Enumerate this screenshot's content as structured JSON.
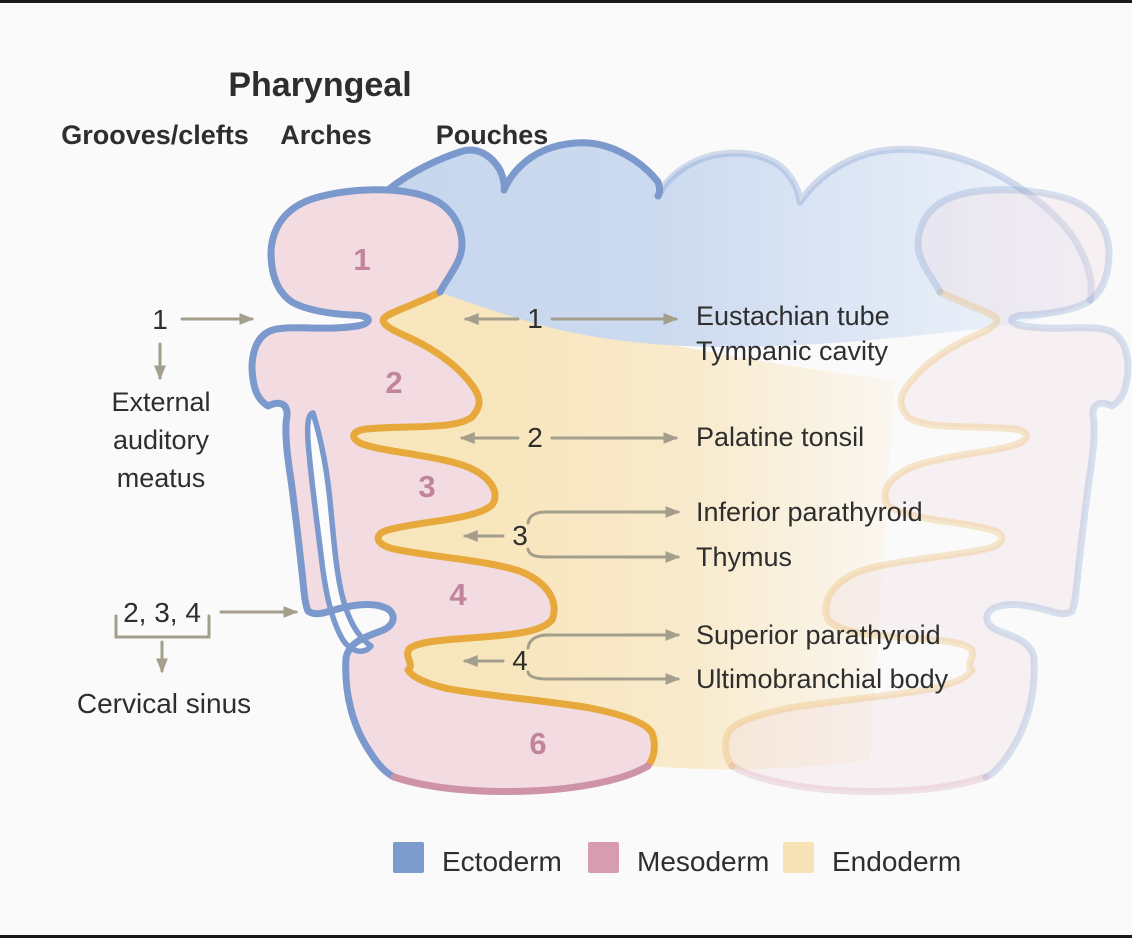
{
  "title": "Pharyngeal",
  "columns": {
    "grooves": "Grooves/clefts",
    "arches": "Arches",
    "pouches": "Pouches"
  },
  "arch_numbers": [
    "1",
    "2",
    "3",
    "4",
    "6"
  ],
  "grooves": {
    "g1": {
      "number": "1",
      "line1": "External",
      "line2": "auditory",
      "line3": "meatus"
    },
    "g234": {
      "number": "2, 3, 4",
      "result": "Cervical sinus"
    }
  },
  "pouches": {
    "p1": {
      "number": "1",
      "line1": "Eustachian tube",
      "line2": "Tympanic cavity"
    },
    "p2": {
      "number": "2",
      "label": "Palatine tonsil"
    },
    "p3": {
      "number": "3",
      "upper": "Inferior parathyroid",
      "lower": "Thymus"
    },
    "p4": {
      "number": "4",
      "upper": "Superior parathyroid",
      "lower": "Ultimobranchial body"
    }
  },
  "legend": {
    "ectoderm": {
      "label": "Ectoderm",
      "color": "#7e9bce"
    },
    "mesoderm": {
      "label": "Mesoderm",
      "color": "#d79cb0"
    },
    "endoderm": {
      "label": "Endoderm",
      "color": "#f7e3b6"
    }
  },
  "colors": {
    "ectoderm_outline": "#7b99cc",
    "ectoderm_fill": "#ccdaee",
    "mesoderm_fill": "#f2dce1",
    "mesoderm_outline": "#cf93a8",
    "endoderm_outline": "#e8a93c",
    "endoderm_fill": "#f8e5bc",
    "arch_number": "#c2849d",
    "arrow": "#a49e8c",
    "text": "#2e2e2e",
    "background": "#fafafa"
  }
}
